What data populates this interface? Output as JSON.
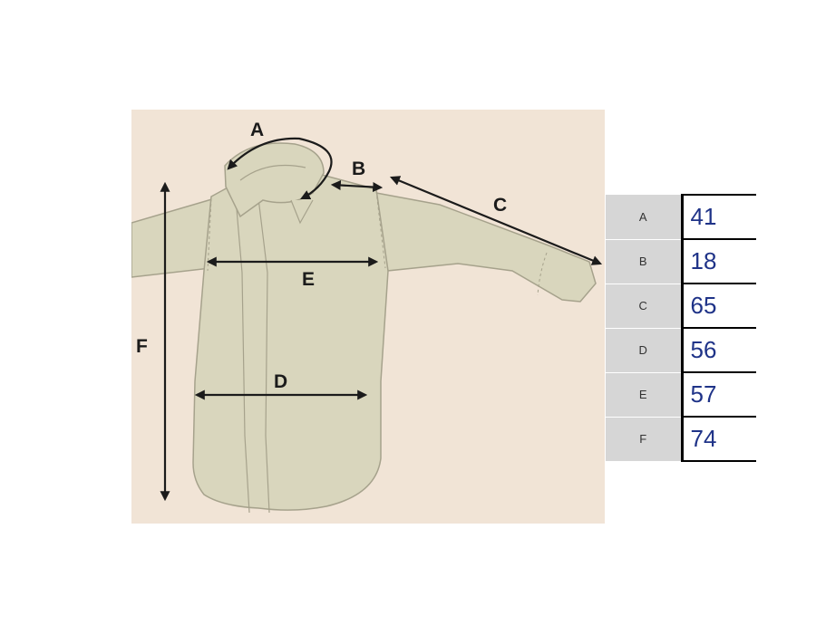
{
  "diagram": {
    "labels": {
      "a": "A",
      "b": "B",
      "c": "C",
      "d": "D",
      "e": "E",
      "f": "F"
    },
    "colors": {
      "background": "#f1e4d6",
      "shirt": "#d9d6bd",
      "outline": "#a6a28c",
      "arrow": "#1b1b1b"
    }
  },
  "table": {
    "rows": [
      {
        "key": "A",
        "value": "41"
      },
      {
        "key": "B",
        "value": "18"
      },
      {
        "key": "C",
        "value": "65"
      },
      {
        "key": "D",
        "value": "56"
      },
      {
        "key": "E",
        "value": "57"
      },
      {
        "key": "F",
        "value": "74"
      }
    ],
    "colors": {
      "key_bg": "#d6d6d6",
      "value_text": "#1f3388"
    }
  }
}
